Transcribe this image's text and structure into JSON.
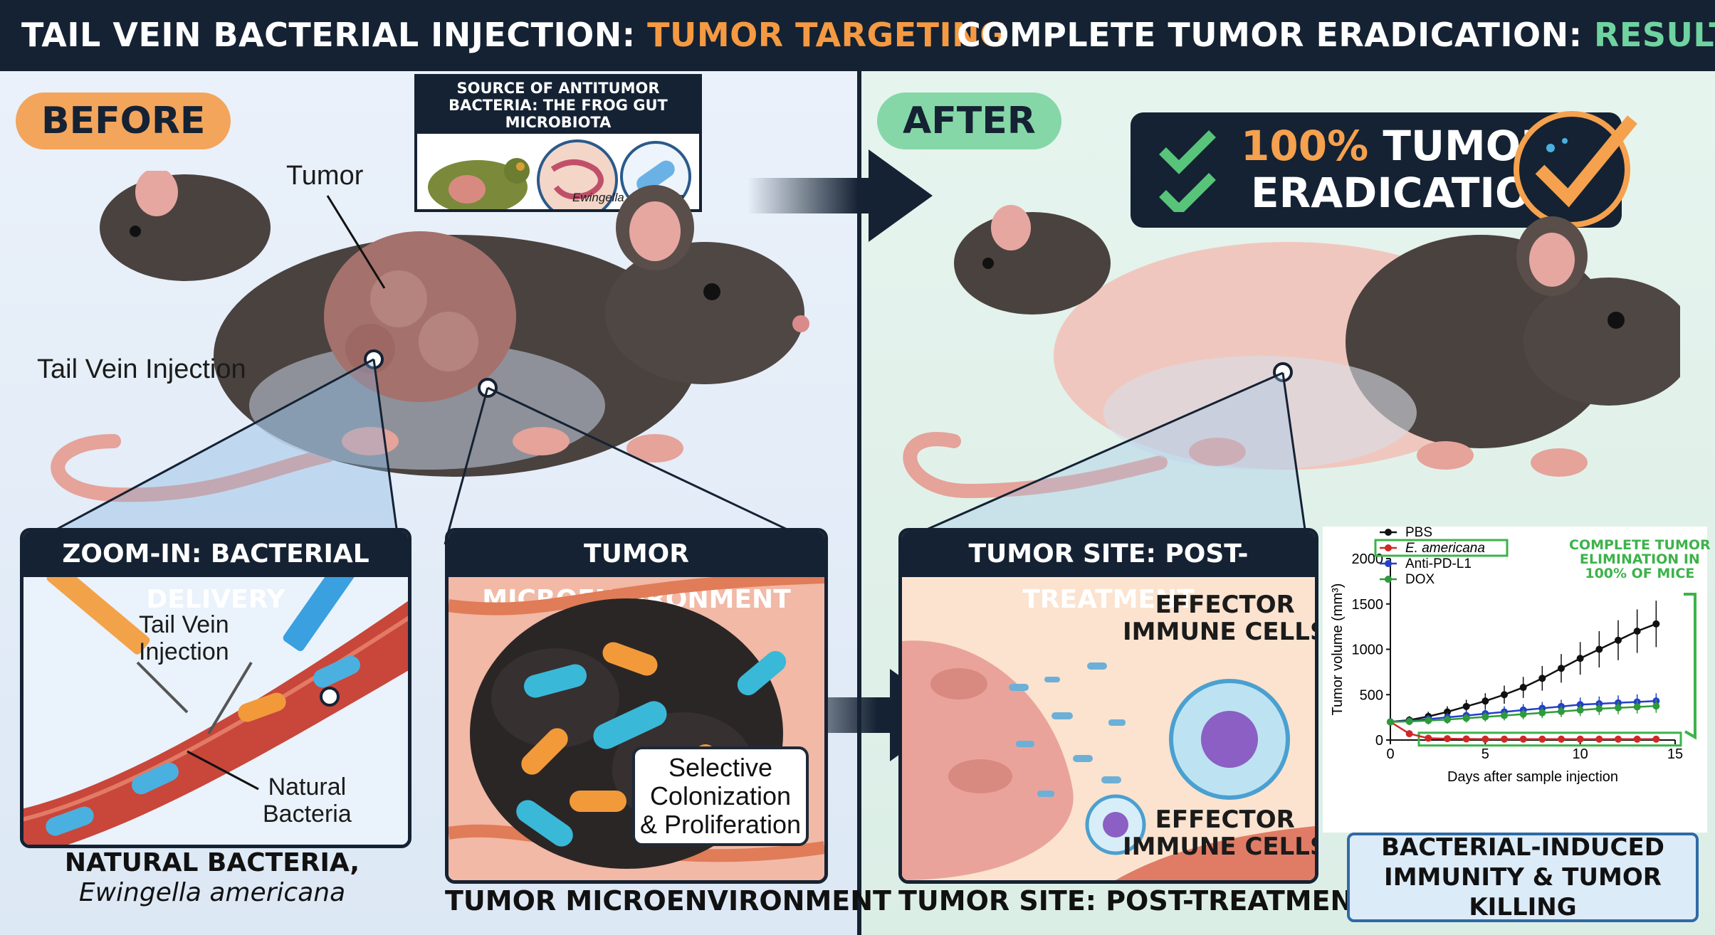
{
  "header": {
    "left_title_prefix": "TAIL VEIN BACTERIAL INJECTION: ",
    "left_title_highlight": "TUMOR TARGETING",
    "right_title_prefix": "COMPLETE TUMOR ERADICATION: ",
    "right_title_highlight": "RESULTS"
  },
  "left": {
    "badge": "BEFORE",
    "tumor_label": "Tumor",
    "injection_label": "Tail Vein Injection",
    "source_box": {
      "title": "SOURCE OF ANTITUMOR BACTERIA: THE FROG GUT MICROBIOTA",
      "species": "Ewingella americana"
    },
    "zoom_box": {
      "title": "ZOOM-IN: BACTERIAL DELIVERY",
      "injection_label_1": "Tail Vein",
      "injection_label_2": "Injection",
      "bacteria_label_1": "Natural",
      "bacteria_label_2": "Bacteria",
      "caption_1": "NATURAL BACTERIA,",
      "caption_2": "Ewingella americana"
    },
    "tme_box": {
      "title": "TUMOR MICROENVIRONMENT",
      "callout_1": "Selective",
      "callout_2": "Colonization",
      "callout_3": "& Proliferation",
      "caption": "TUMOR MICROENVIRONMENT"
    }
  },
  "right": {
    "badge": "AFTER",
    "result_pct": "100%",
    "result_line1_rest": " TUMOR",
    "result_line2": "ERADICATION",
    "site_box": {
      "title": "TUMOR SITE: POST-TREATMENT",
      "effector_top_1": "EFFECTOR",
      "effector_top_2": "IMMUNE CELLS",
      "effector_bottom_1": "EFFECTOR",
      "effector_bottom_2": "IMMUNE CELLS",
      "caption": "TUMOR SITE: POST-TREATMENT"
    },
    "chart_note_1": "COMPLETE TUMOR",
    "chart_note_2": "ELIMINATION IN",
    "chart_note_3": "100% OF MICE",
    "bottom_box_1": "BACTERIAL-INDUCED",
    "bottom_box_2": "IMMUNITY & TUMOR KILLING"
  },
  "colors": {
    "navy": "#152233",
    "orange": "#f59a42",
    "green": "#6fd3a0",
    "pbs": "#111111",
    "e_americana": "#d02828",
    "anti_pd_l1": "#2340c8",
    "dox": "#2e9a3a"
  },
  "chart_data": {
    "type": "line",
    "xlabel": "Days after sample injection",
    "ylabel": "Tumor volume (mm³)",
    "xlim": [
      0,
      15
    ],
    "ylim": [
      0,
      2000
    ],
    "xticks": [
      0,
      5,
      10,
      15
    ],
    "yticks": [
      0,
      500,
      1000,
      1500,
      2000
    ],
    "legend_position": "top-left",
    "x": [
      0,
      1,
      2,
      3,
      4,
      5,
      6,
      7,
      8,
      9,
      10,
      11,
      12,
      13,
      14
    ],
    "series": [
      {
        "name": "PBS",
        "values": [
          200,
          220,
          260,
          310,
          370,
          430,
          500,
          580,
          680,
          790,
          900,
          1000,
          1100,
          1200,
          1280
        ]
      },
      {
        "name": "E. americana",
        "values": [
          200,
          70,
          20,
          15,
          12,
          10,
          10,
          10,
          10,
          10,
          10,
          10,
          10,
          10,
          10
        ],
        "highlighted": true,
        "italic": true
      },
      {
        "name": "Anti-PD-L1",
        "values": [
          200,
          210,
          230,
          250,
          270,
          290,
          310,
          330,
          350,
          370,
          390,
          400,
          410,
          420,
          430
        ]
      },
      {
        "name": "DOX",
        "values": [
          200,
          205,
          215,
          225,
          240,
          255,
          270,
          285,
          300,
          315,
          330,
          345,
          355,
          365,
          375
        ]
      }
    ]
  }
}
